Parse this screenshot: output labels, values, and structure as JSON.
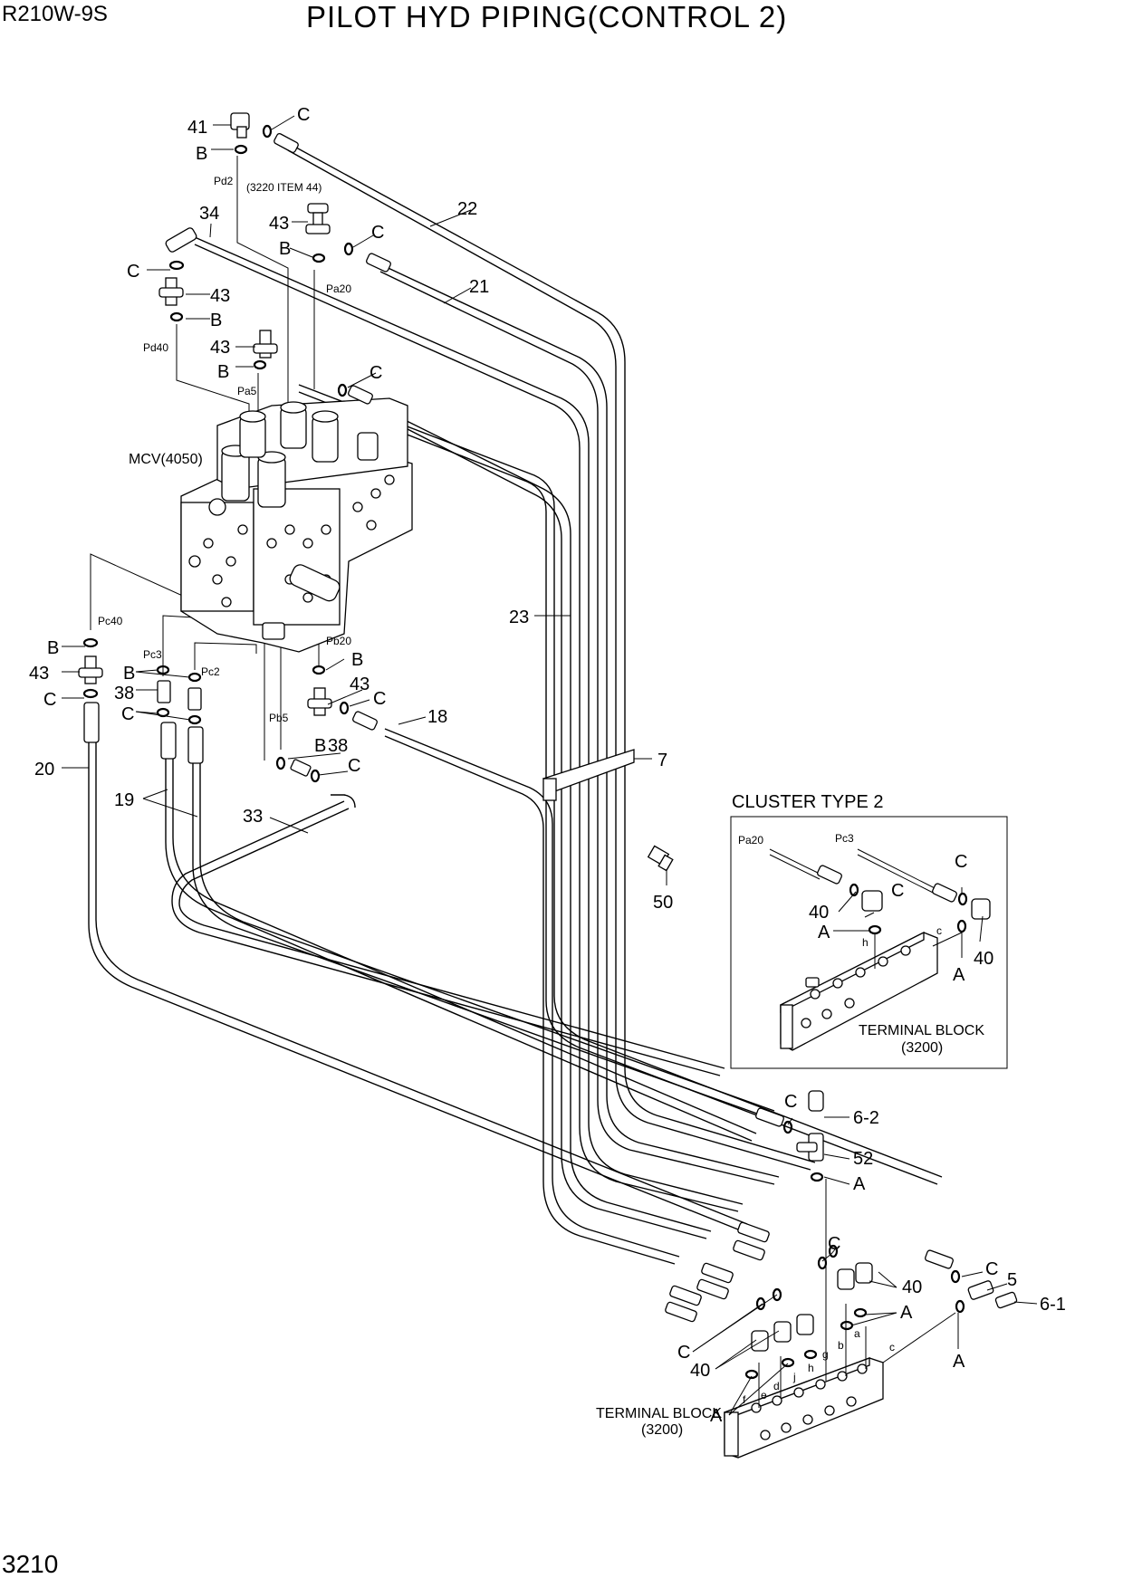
{
  "header": {
    "model": "R210W-9S",
    "title": "PILOT HYD PIPING(CONTROL 2)",
    "page_number": "3210"
  },
  "callouts": {
    "p41": "41",
    "p22": "22",
    "p21": "21",
    "p34": "34",
    "p43": "43",
    "p23": "23",
    "p7": "7",
    "p18": "18",
    "p38": "38",
    "p20": "20",
    "p19": "19",
    "p33": "33",
    "p50": "50",
    "p40": "40",
    "p52": "52",
    "p5": "5",
    "p6_1": "6-1",
    "p6_2": "6-2",
    "A": "A",
    "B": "B",
    "C": "C"
  },
  "ports": {
    "pd2": "Pd2",
    "pa20": "Pa20",
    "pd40": "Pd40",
    "pa5": "Pa5",
    "pc40": "Pc40",
    "pc3": "Pc3",
    "pc2": "Pc2",
    "pb20": "Pb20",
    "pb5": "Pb5",
    "a": "a",
    "b": "b",
    "c": "c",
    "d": "d",
    "e": "e",
    "f": "f",
    "g": "g",
    "h": "h",
    "j": "j"
  },
  "notes": {
    "item44": "(3220 ITEM 44)",
    "mcv": "MCV(4050)",
    "terminal_block": "TERMINAL BLOCK",
    "terminal_block_ref": "(3200)"
  },
  "inset": {
    "title": "CLUSTER TYPE 2",
    "terminal_block": "TERMINAL BLOCK",
    "terminal_block_ref": "(3200)"
  }
}
